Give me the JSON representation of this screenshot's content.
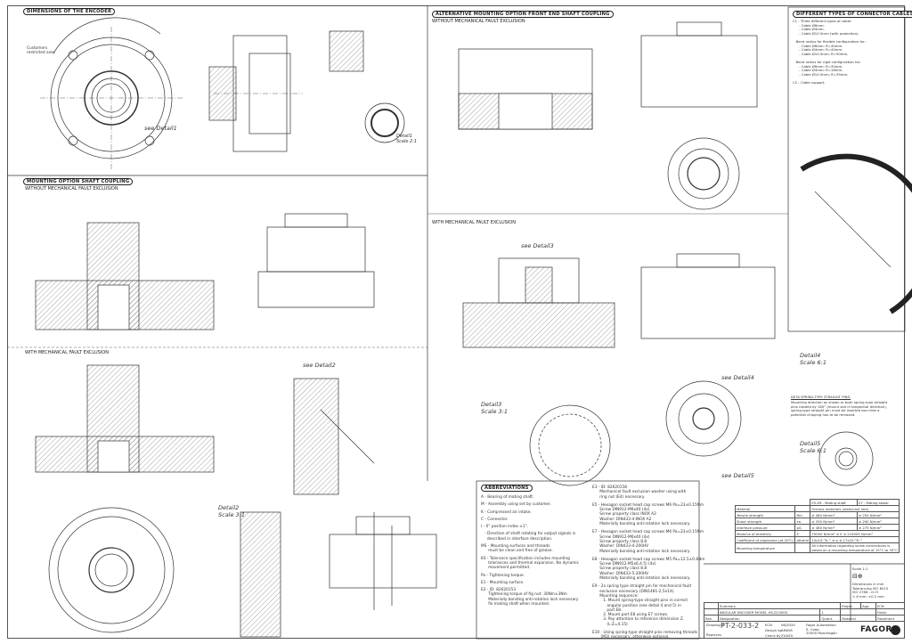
{
  "sections": {
    "dimensions": "DIMENSIONS OF THE ENCODER",
    "mounting_shaft": "MOUNTING OPTION SHAFT COUPLING",
    "alternative": "ALTERNATIVE MOUNTING OPTION FRONT END SHAFT COUPLING",
    "connector_cables": "DIFFERENT TYPES OF CONNECTOR CABLES",
    "abbreviations": "ABBREVIATIONS"
  },
  "subtitles": {
    "without_fault": "WITHOUT MECHANICAL FAULT EXCLUSION",
    "with_fault": "WITH MECHANICAL FAULT EXCLUSION"
  },
  "details": {
    "see_detail1": "see Detail1",
    "detail1": "Detail1\nScale 2:1",
    "see_detail2": "see Detail2",
    "detail2": "Detail2\nScale 3:1",
    "see_detail3": "see Detail3",
    "detail3": "Detail3\nScale 3:1",
    "see_detail4": "see Detail4",
    "detail4": "Detail4\nScale 6:1",
    "see_detail5": "see Detail5",
    "detail5": "Detail5\nScale 6:1",
    "customers_area": "Customers\nrestricted area"
  },
  "connector_notes": "C1 - Three different types of cable:\n      - Cable Ø6mm.\n      - Cable Ø4mm.\n      - Cable Ø10.5mm (with protection).\n\n   Bend radius for flexible configuration for:\n      - Cable Ø6mm: R=40mm.\n      - Cable Ø4mm: R=40mm.\n      - Cable Ø10.5mm: R=50mm.\n\n   Bend radius for rigid configuration for:\n      - Cable Ø6mm: R=30mm.\n      - Cable Ø4mm: R=16mm.\n      - Cable Ø10.5mm: R=35mm.\n\nC2 - Cable support.",
  "spring_pins_note": {
    "title": "DETA SPRING-TYPE STRAIGHT PINS:",
    "body": "Mounting direction as shown or both spring-type straight\npins rotated by 180° (mount slot in tangential direction),\nspring-type straight pin must be inserted burr-free a\npotential chipping has to be removed."
  },
  "abbreviations": {
    "left": [
      "A - Bearing of mating shaft.",
      "M - Assembly using set by customer.",
      "K - Compressed air intake.",
      "C - Connector.",
      "I - 0° position index ±1°.",
      "   - Direction of shaft rotating for output signals is\n     described in interface description.",
      "MS - Mounting surfaces and threads\n      must be clean and free of grease.",
      "KS - Tolerance specification includes mounting\n      tolerances and thermal expansion. No dynamic\n      movement permitted.",
      "Pa - Tightening torque.",
      "E1 - Mounting surface.",
      "E2 - ID: 82620153\n      Tightening torque of fig nut: 30Nm±3Nm\n      Materially bonding anti-rotation lock necessary\n      fix mating shaft when mounted."
    ],
    "right": [
      "E3 - ID: 82620158\n      Mechanical fault exclusion washer using with\n      ring nut (E4) necessary.",
      "E5 - Hexagon socket head cap screws M6 Pa=23±0.15Nm\n      Screw DIN912-M6x40 (4x)\n      Screw property class INOX A2\n      Washer: DIN433-4-INOX A2\n      Materially bonding anti-rotation lock necessary.",
      "E7 - Hexagon socket head cap screws M6 Pa=23±0.15Nm\n      Screw DIN912-M6x40 (4x)\n      Screw property class 8.8\n      Washer: DIN433-4-200HV\n      Materially bonding anti-rotation lock necessary.",
      "E8 - Hexagon socket head cap screws M5 Pa=12.5±0.8Nm\n      Screw DIN912-M5x6,4.5) (4x)\n      Screw property class 8.8\n      Washer: DIN433-5-200HV\n      Materially bonding anti-rotation lock necessary.",
      "E9 - 2x spring type straight pin for mechanical fault\n      exclusion necessary (DIN1481-2,5x14).\n      Mounting sequence:\n         1. Mount spring-type straight pins in correct\n            angular position (see detail 4 and 5) in\n            part E8.\n         2. Mount part E8 using E7 screws.\n         3. Pay attention to reference dimension Z.\n            (L-Z=4.15)",
      "E10 - Using spring-type straight pins removing threads\n       (M3) necessary, otherwise optional."
    ]
  },
  "material_table": {
    "header_shaft": "E5-E6 - Mating shaft",
    "header_stator": "E7 - Mating stator",
    "rows": [
      [
        "Material",
        "",
        "Ferrous materials (steel/cast iron)",
        ""
      ],
      [
        "Tensile strength",
        "Rm",
        "≥ 480 N/mm²",
        "≥ 250 N/mm²"
      ],
      [
        "Shear strength",
        "τa",
        "≥ 290 N/mm²",
        "≥ 290 N/mm²"
      ],
      [
        "Interface pressure",
        "pG",
        "≥ 460 N/mm²",
        "≥ 275 N/mm²"
      ],
      [
        "Modulus of elasticity",
        "E",
        "70000 N/mm² ≤ E ≤ 215000 N/mm²",
        ""
      ],
      [
        "Coefficient of expansion (at 20°C)",
        "αtherm",
        "10x10⁻⁶K⁻¹ ≤ α ≤ 17x10⁻⁶K⁻¹",
        ""
      ],
      [
        "Mounting temperature",
        "",
        "All information regarding screw connections is\nbased on a mounting temperature of 15°C to 35°C",
        ""
      ]
    ]
  },
  "title_block": {
    "scale": "Scale 1:1",
    "notes": "Dimensions in mm\nTolerancing ISO 8015\nISO 2768 - m H\n< 6 mm: ±0.2 mm",
    "summary": "Summary",
    "proj": "Projec.",
    "app": "App.",
    "ecn": "ECN",
    "designation_value": "ANGULAR ENCODER MODEL HS-D15005",
    "quant_value": "1",
    "finish": "Finish",
    "rev": "Rev.",
    "designation": "Designation",
    "quant": "Quant.",
    "material": "Material",
    "treatment": "Treatment",
    "drawing_no_label": "Drawing N.",
    "drawing_no": "PT-2-033-2",
    "replaces": "Replaces",
    "ecn_label": "ECN",
    "date": "06/2020",
    "design_by_label": "Design by",
    "design_by": "AMAYA",
    "check_by_label": "Check by",
    "check_by": "ZUAZU",
    "company": "Fagor Automation\nS. Coop.\n20500 Mondragón",
    "brand": "FAGOR"
  },
  "colors": {
    "line": "#333333",
    "hatch": "#555555",
    "paper": "#ffffff"
  }
}
